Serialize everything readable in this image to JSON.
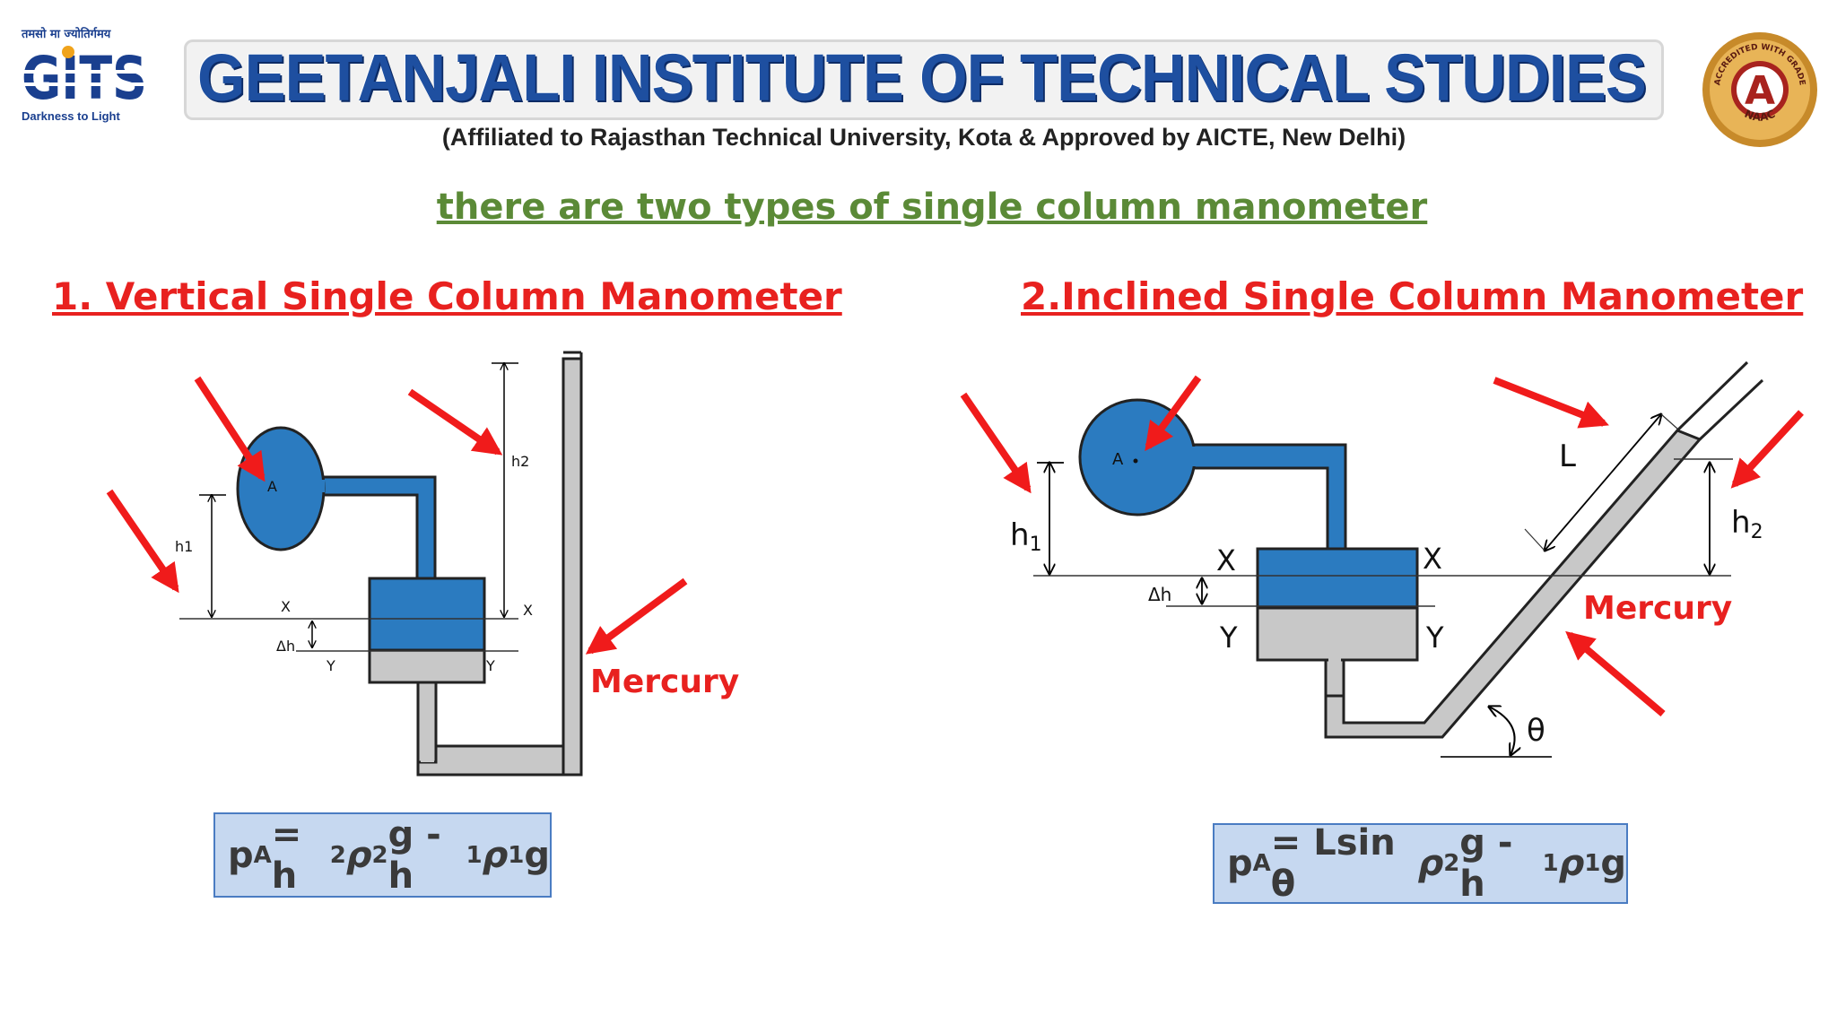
{
  "header": {
    "logo_motto": "तमसो मा ज्योतिर्गमय",
    "logo_letters": "GITS",
    "logo_tagline": "Darkness to Light",
    "institute_name": "GEETANJALI INSTITUTE OF TECHNICAL STUDIES",
    "affiliation": "(Affiliated to Rajasthan Technical University, Kota & Approved by AICTE, New Delhi)",
    "naac_badge": {
      "grade": "A",
      "ring_text": "ACCREDITED WITH GRADE",
      "org": "NAAC"
    }
  },
  "subtitle": "there are two types of single column manometer",
  "vertical": {
    "heading": "1. Vertical Single Column Manometer",
    "labels": {
      "a": "A",
      "h1": "h1",
      "h2": "h2",
      "x_left": "X",
      "x_right": "X",
      "dh": "Δh",
      "y_left": "Y",
      "y_right": "Y"
    },
    "mercury": "Mercury",
    "formula": {
      "lhs": "p",
      "lhs_sub": "A",
      "eq": " = h",
      "s1": "2",
      "rho1": "ρ",
      "s2": "2",
      "g1": "g - h",
      "s3": "1",
      "rho2": "ρ",
      "s4": "1",
      "g2": "g"
    }
  },
  "inclined": {
    "heading": "2.Inclined Single Column Manometer",
    "labels": {
      "a": "A",
      "h1": "h",
      "h1_sub": "1",
      "h2": "h",
      "h2_sub": "2",
      "x_left": "X",
      "x_right": "X",
      "dh": "Δh",
      "y_left": "Y",
      "y_right": "Y",
      "l": "L",
      "theta": "θ"
    },
    "mercury": "Mercury",
    "formula": {
      "lhs": "p",
      "lhs_sub": "A",
      "eq": " = Lsin θ ",
      "rho1": "ρ",
      "s1": "2",
      "g1": "g - h",
      "s2": "1",
      "rho2": "ρ",
      "s3": "1",
      "g2": "g"
    }
  },
  "colors": {
    "water": "#2b7bc0",
    "mercury_fill": "#c8c8c8",
    "arrow_red": "#f01b1b",
    "heading_red": "#e8211f",
    "subtitle_green": "#5b8a37",
    "banner_blue": "#1e4fa0"
  }
}
